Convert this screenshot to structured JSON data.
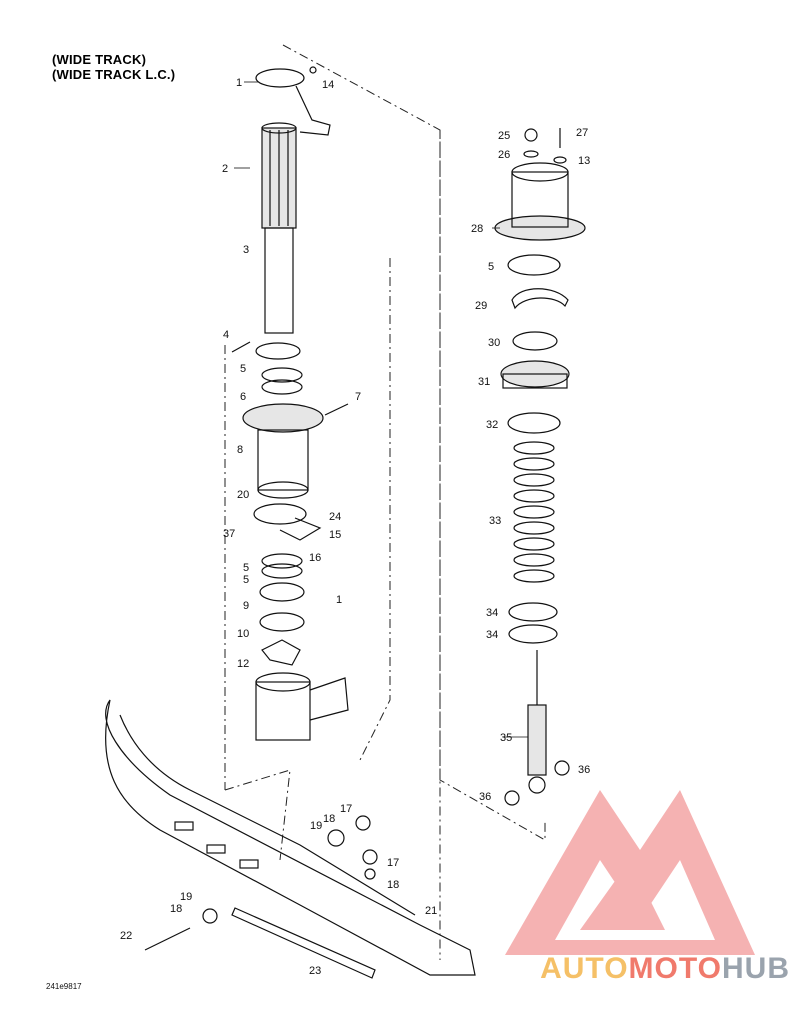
{
  "header": {
    "title_line1": "(WIDE TRACK)",
    "title_line2": "(WIDE TRACK L.C.)"
  },
  "diagram": {
    "code": "241e9817",
    "callouts": [
      "1",
      "14",
      "2",
      "3",
      "4",
      "5",
      "6",
      "7",
      "8",
      "20",
      "24",
      "15",
      "37",
      "16",
      "5",
      "5",
      "9",
      "1",
      "10",
      "12",
      "25",
      "27",
      "26",
      "13",
      "28",
      "5",
      "29",
      "30",
      "31",
      "32",
      "33",
      "34",
      "34",
      "35",
      "36",
      "36",
      "17",
      "18",
      "19",
      "17",
      "18",
      "19",
      "18",
      "21",
      "22",
      "23"
    ]
  },
  "watermark": {
    "part1": "AUTO",
    "part2": "MOTO",
    "part3": "HUB",
    "triangle_color": "#f4a5a5"
  }
}
